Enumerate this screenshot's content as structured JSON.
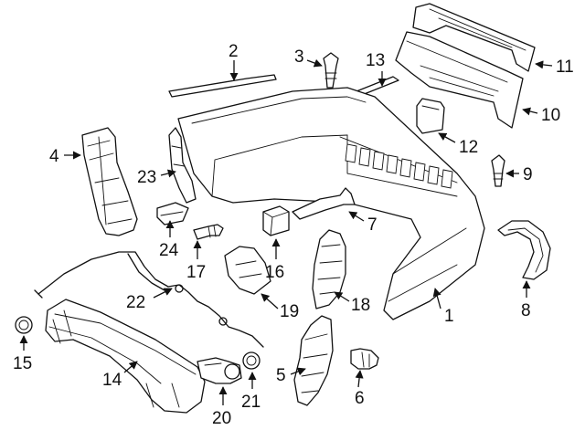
{
  "callouts": [
    {
      "id": "c1",
      "label": "1"
    },
    {
      "id": "c2",
      "label": "2"
    },
    {
      "id": "c3",
      "label": "3"
    },
    {
      "id": "c4",
      "label": "4"
    },
    {
      "id": "c5",
      "label": "5"
    },
    {
      "id": "c6",
      "label": "6"
    },
    {
      "id": "c7",
      "label": "7"
    },
    {
      "id": "c8",
      "label": "8"
    },
    {
      "id": "c9",
      "label": "9"
    },
    {
      "id": "c10",
      "label": "10"
    },
    {
      "id": "c11",
      "label": "11"
    },
    {
      "id": "c12",
      "label": "12"
    },
    {
      "id": "c13",
      "label": "13"
    },
    {
      "id": "c14",
      "label": "14"
    },
    {
      "id": "c15",
      "label": "15"
    },
    {
      "id": "c16",
      "label": "16"
    },
    {
      "id": "c17",
      "label": "17"
    },
    {
      "id": "c18",
      "label": "18"
    },
    {
      "id": "c19",
      "label": "19"
    },
    {
      "id": "c20",
      "label": "20"
    },
    {
      "id": "c21",
      "label": "21"
    },
    {
      "id": "c22",
      "label": "22"
    },
    {
      "id": "c23",
      "label": "23"
    },
    {
      "id": "c24",
      "label": "24"
    }
  ],
  "colors": {
    "line": "#111111",
    "background": "#ffffff"
  }
}
